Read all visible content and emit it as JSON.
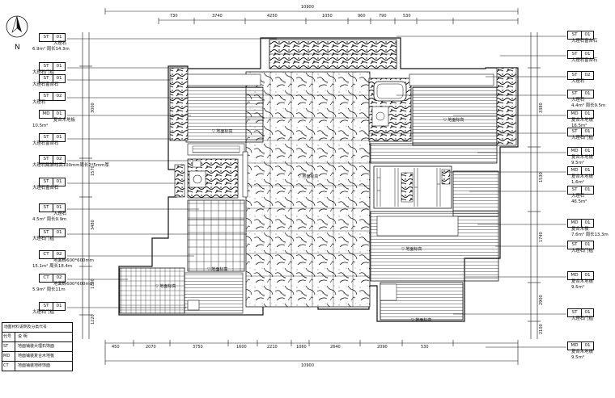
{
  "compass": {
    "letter": "N"
  },
  "top_total_dim": "10900",
  "bottom_total_dim": "10900",
  "top_dims": [
    "730",
    "3740",
    "4250",
    "1050",
    "960",
    "790",
    "530"
  ],
  "bottom_dims": [
    "450",
    "2070",
    "3750",
    "1600",
    "2210",
    "1060",
    "2640",
    "2090",
    "530"
  ],
  "left_dims": [
    "3000",
    "1570",
    "3480",
    "1700",
    "1220"
  ],
  "right_dims": [
    "3380",
    "1530",
    "1740",
    "2900",
    "2100"
  ],
  "left_labels": [
    {
      "code": "ST",
      "num": "01",
      "lines": [
        "大理石",
        "6.9m² 周长14.3m"
      ]
    },
    {
      "code": "ST",
      "num": "01",
      "lines": [
        "大理石门槛"
      ]
    },
    {
      "code": "ST",
      "num": "01",
      "lines": [
        "大理石窗台石"
      ]
    },
    {
      "code": "ST",
      "num": "02",
      "lines": [
        "大理石"
      ]
    },
    {
      "code": "MD",
      "num": "01",
      "lines": [
        "复合木地板",
        "10.5m²"
      ]
    },
    {
      "code": "ST",
      "num": "01",
      "lines": [
        "大理石窗台石"
      ]
    },
    {
      "code": "ST",
      "num": "02",
      "lines": [
        "大理石踢脚线高100mm周长2*5mm厚"
      ]
    },
    {
      "code": "ST",
      "num": "01",
      "lines": [
        "大理石窗台石"
      ]
    },
    {
      "code": "ST",
      "num": "01",
      "lines": [
        "大理石",
        "4.5m² 周长9.9m"
      ]
    },
    {
      "code": "ST",
      "num": "01",
      "lines": [
        "大理石门槛"
      ]
    },
    {
      "code": "CT",
      "num": "02",
      "lines": [
        "地面砖600*600mm",
        "15.1m² 周长18.4m"
      ]
    },
    {
      "code": "CT",
      "num": "02",
      "lines": [
        "地面砖600*600mm",
        "5.9m² 周长11m"
      ]
    },
    {
      "code": "ST",
      "num": "01",
      "lines": [
        "大理石门槛"
      ]
    }
  ],
  "right_labels": [
    {
      "code": "ST",
      "num": "01",
      "lines": [
        "大理石窗台石"
      ]
    },
    {
      "code": "ST",
      "num": "01",
      "lines": [
        "大理石窗台石"
      ]
    },
    {
      "code": "ST",
      "num": "02",
      "lines": [
        "大理石"
      ]
    },
    {
      "code": "ST",
      "num": "01",
      "lines": [
        "大理石",
        "4.4m² 周长9.5m"
      ]
    },
    {
      "code": "MD",
      "num": "01",
      "lines": [
        "复合木地板",
        "16.5m²"
      ]
    },
    {
      "code": "ST",
      "num": "01",
      "lines": [
        "大理石门槛"
      ]
    },
    {
      "code": "MD",
      "num": "01",
      "lines": [
        "复合木地板",
        "9.5m²"
      ]
    },
    {
      "code": "MD",
      "num": "01",
      "lines": [
        "复合木地板",
        "1.6m²"
      ]
    },
    {
      "code": "ST",
      "num": "01",
      "lines": [
        "大理石",
        "46.5m²"
      ]
    },
    {
      "code": "MD",
      "num": "01",
      "lines": [
        "复合木板",
        "7.6m² 周长13.3m"
      ]
    },
    {
      "code": "ST",
      "num": "01",
      "lines": [
        "大理石门槛"
      ]
    },
    {
      "code": "MD",
      "num": "01",
      "lines": [
        "复合木地板",
        "9.5m²"
      ]
    },
    {
      "code": "ST",
      "num": "01",
      "lines": [
        "大理石门槛"
      ]
    },
    {
      "code": "MD",
      "num": "01",
      "lines": [
        "复合木地板",
        "9.5m²"
      ]
    }
  ],
  "room_tags": [
    "▽ 地面标高",
    "▽ 地面标高",
    "▽ 地面标高",
    "▽ 地面标高",
    "▽ 地面标高",
    "▽ 地面标高",
    "▽ 地面标高"
  ],
  "legend": {
    "title": "地面材料说明及分类代号",
    "rows": [
      {
        "k": "代号",
        "v": "说    明"
      },
      {
        "k": "ST",
        "v": "地面铺装大理石饰面"
      },
      {
        "k": "MD",
        "v": "地面铺装复合木地板"
      },
      {
        "k": "CT",
        "v": "地面铺装地砖饰面"
      }
    ]
  },
  "colors": {
    "line": "#111111",
    "hatch": "#333333",
    "paper": "#ffffff"
  }
}
